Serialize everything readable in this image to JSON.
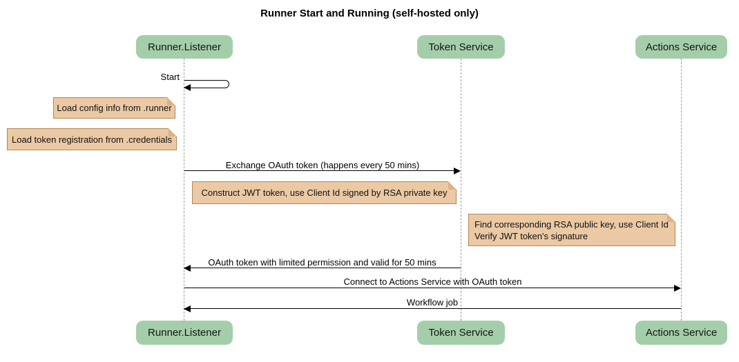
{
  "diagram": {
    "type": "sequence",
    "title": "Runner Start and Running (self-hosted only)"
  },
  "participants": [
    {
      "name": "Runner.Listener"
    },
    {
      "name": "Token Service"
    },
    {
      "name": "Actions Service"
    }
  ],
  "messages": [
    {
      "label": "Start",
      "from": "Runner.Listener",
      "to": "Runner.Listener",
      "kind": "self"
    },
    {
      "label": "Exchange OAuth token (happens every 50 mins)",
      "from": "Runner.Listener",
      "to": "Token Service",
      "kind": "arrow"
    },
    {
      "label": "OAuth token with limited permission and valid for 50 mins",
      "from": "Token Service",
      "to": "Runner.Listener",
      "kind": "arrow"
    },
    {
      "label": "Connect to Actions Service with OAuth token",
      "from": "Runner.Listener",
      "to": "Actions Service",
      "kind": "arrow"
    },
    {
      "label": "Workflow job",
      "from": "Actions Service",
      "to": "Runner.Listener",
      "kind": "arrow"
    }
  ],
  "notes": [
    {
      "text": "Load config info from .runner",
      "position": "left of Runner.Listener"
    },
    {
      "text": "Load token registration from .credentials",
      "position": "left of Runner.Listener"
    },
    {
      "text": "Construct JWT token, use Client Id signed by RSA private key",
      "position": "over Runner.Listener and Token Service"
    },
    {
      "line1": "Find corresponding RSA public key, use Client Id",
      "line2": "Verify JWT token's signature",
      "position": "left of Actions Service"
    }
  ],
  "colors": {
    "background": "#ffffff",
    "participant_fill": "#a4cea9",
    "note_fill": "#ebc9a4",
    "note_border": "#ae8953",
    "lifeline": "#9c9c9c",
    "arrow": "#000000"
  }
}
